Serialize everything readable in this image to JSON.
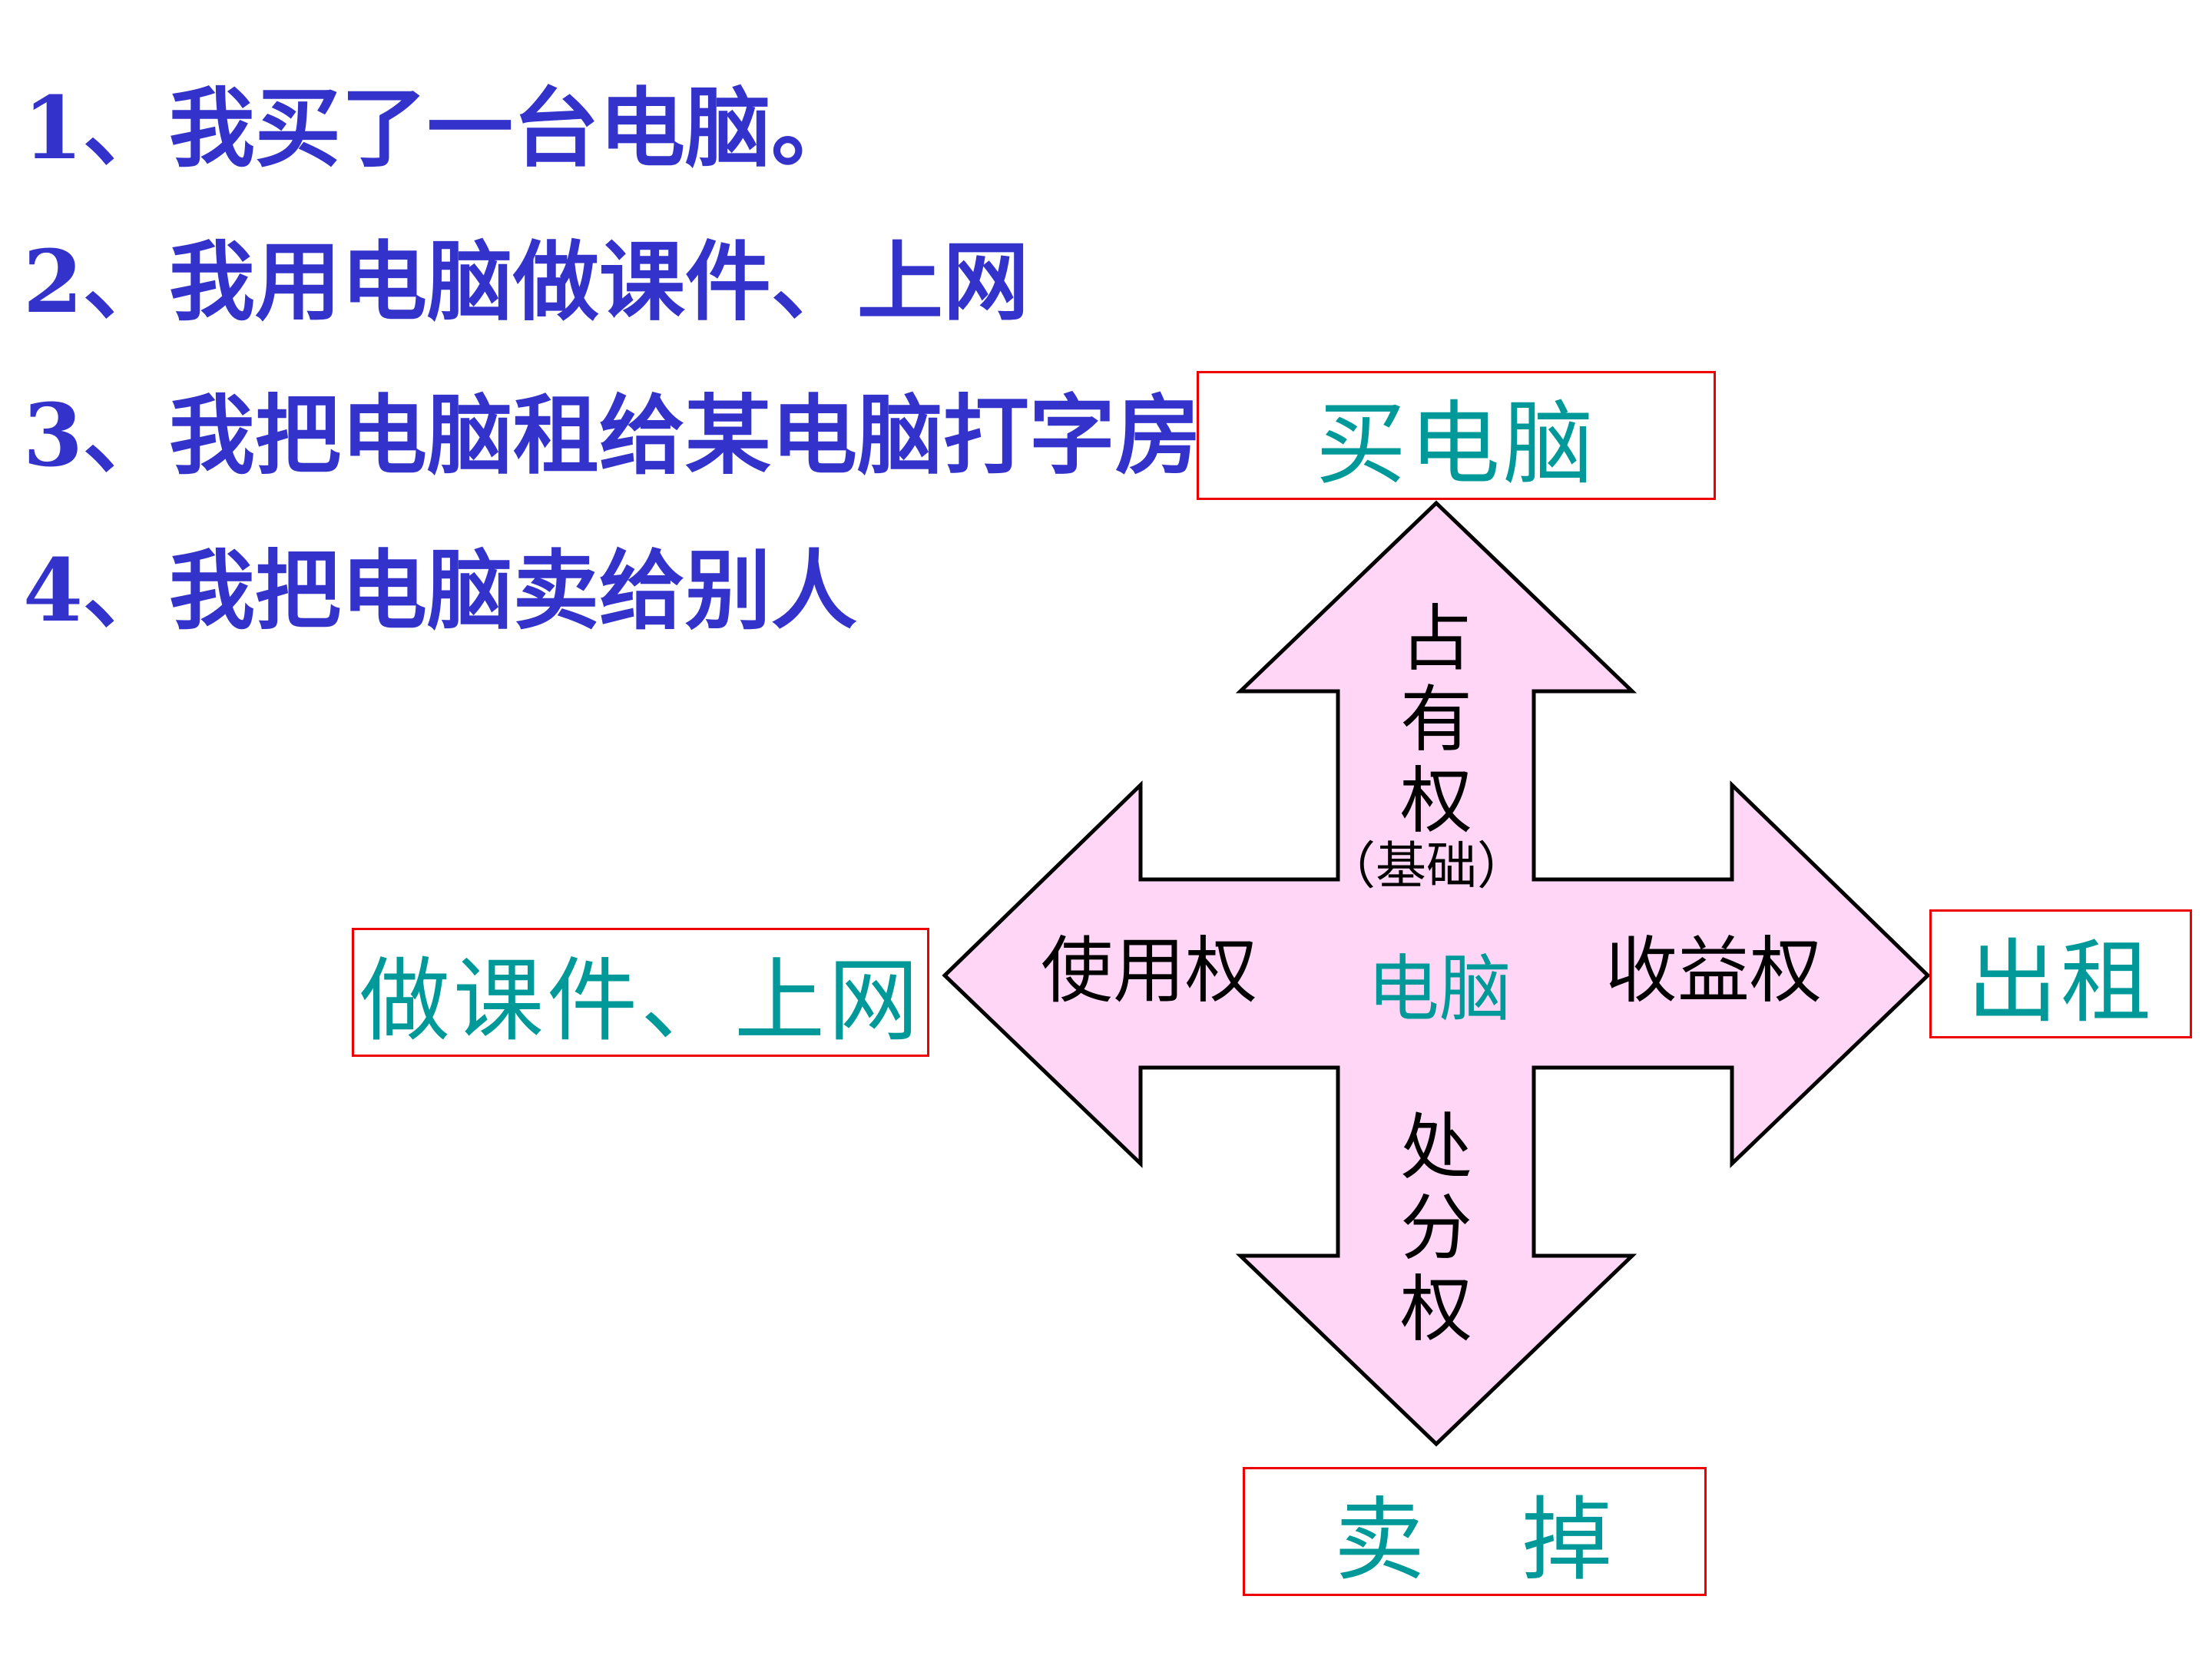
{
  "statements": [
    "1、我买了一台电脑。",
    "2、我用电脑做课件、上网",
    "3、我把电脑租给某电脑打字房",
    "4、我把电脑卖给别人"
  ],
  "boxes": {
    "top": "买电脑",
    "left": "做课件、上网",
    "right": "出租",
    "bottom": "卖　掉"
  },
  "arrow_labels": {
    "up": "占有权",
    "up_sub": "（基础）",
    "left": "使用权",
    "right": "收益权",
    "down": "处分权",
    "center": "电脑"
  },
  "colors": {
    "statement_text": "#3333cc",
    "box_text": "#009999",
    "box_border": "#ee0000",
    "arrow_fill": "#ffd6f5",
    "arrow_stroke": "#000000",
    "center_text": "#009999"
  }
}
